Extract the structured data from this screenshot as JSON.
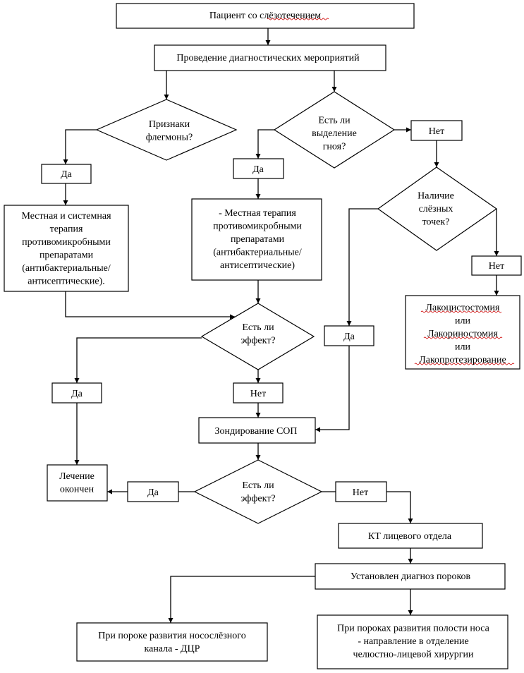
{
  "colors": {
    "line": "#000000",
    "background": "#ffffff",
    "spellcheck_underline": "#d42020"
  },
  "nodes": {
    "patient": {
      "lines": [
        "Пациент со слёзотечением"
      ]
    },
    "diagnostics": {
      "lines": [
        "Проведение диагностических мероприятий"
      ]
    },
    "phlegmon_q": {
      "lines": [
        "Признаки",
        "флегмоны?"
      ]
    },
    "pus_q": {
      "lines": [
        "Есть ли",
        "выделение",
        "гноя?"
      ]
    },
    "yes_phlegmon": {
      "lines": [
        "Да"
      ]
    },
    "yes_pus": {
      "lines": [
        "Да"
      ]
    },
    "no_pus": {
      "lines": [
        "Нет"
      ]
    },
    "therapy_systemic": {
      "lines": [
        "Местная и системная",
        "терапия",
        "противомикробными",
        "препаратами",
        "(антибактериальные/",
        "антисептические)."
      ]
    },
    "therapy_local": {
      "lines": [
        "- Местная терапия",
        "противомикробными",
        "препаратами",
        "(антибактериальные/",
        "антисептические)"
      ]
    },
    "puncta_q": {
      "lines": [
        "Наличие",
        "слёзных",
        "точек?"
      ]
    },
    "no_puncta": {
      "lines": [
        "Нет"
      ]
    },
    "lacrimal_surgery": {
      "lines": [
        "Лакоцистостомия",
        "или",
        "Лакориностомия",
        "или",
        "Лакопротезирование"
      ]
    },
    "effect1_q": {
      "lines": [
        "Есть ли",
        "эффект?"
      ]
    },
    "yes_puncta": {
      "lines": [
        "Да"
      ]
    },
    "yes_effect1": {
      "lines": [
        "Да"
      ]
    },
    "no_effect1": {
      "lines": [
        "Нет"
      ]
    },
    "probing": {
      "lines": [
        "Зондирование СОП"
      ]
    },
    "treatment_done": {
      "lines": [
        "Лечение",
        "окончен"
      ]
    },
    "yes_effect2": {
      "lines": [
        "Да"
      ]
    },
    "effect2_q": {
      "lines": [
        "Есть ли",
        "эффект?"
      ]
    },
    "no_effect2": {
      "lines": [
        "Нет"
      ]
    },
    "ct": {
      "lines": [
        "КТ лицевого отдела"
      ]
    },
    "diagnosis": {
      "lines": [
        "Установлен диагноз пороков"
      ]
    },
    "dcr": {
      "lines": [
        "При пороке развития носослёзного",
        "канала - ДЦР"
      ]
    },
    "maxillofacial": {
      "lines": [
        "При пороках развития полости носа",
        "- направление в отделение",
        "челюстно-лицевой хирургии"
      ]
    }
  }
}
